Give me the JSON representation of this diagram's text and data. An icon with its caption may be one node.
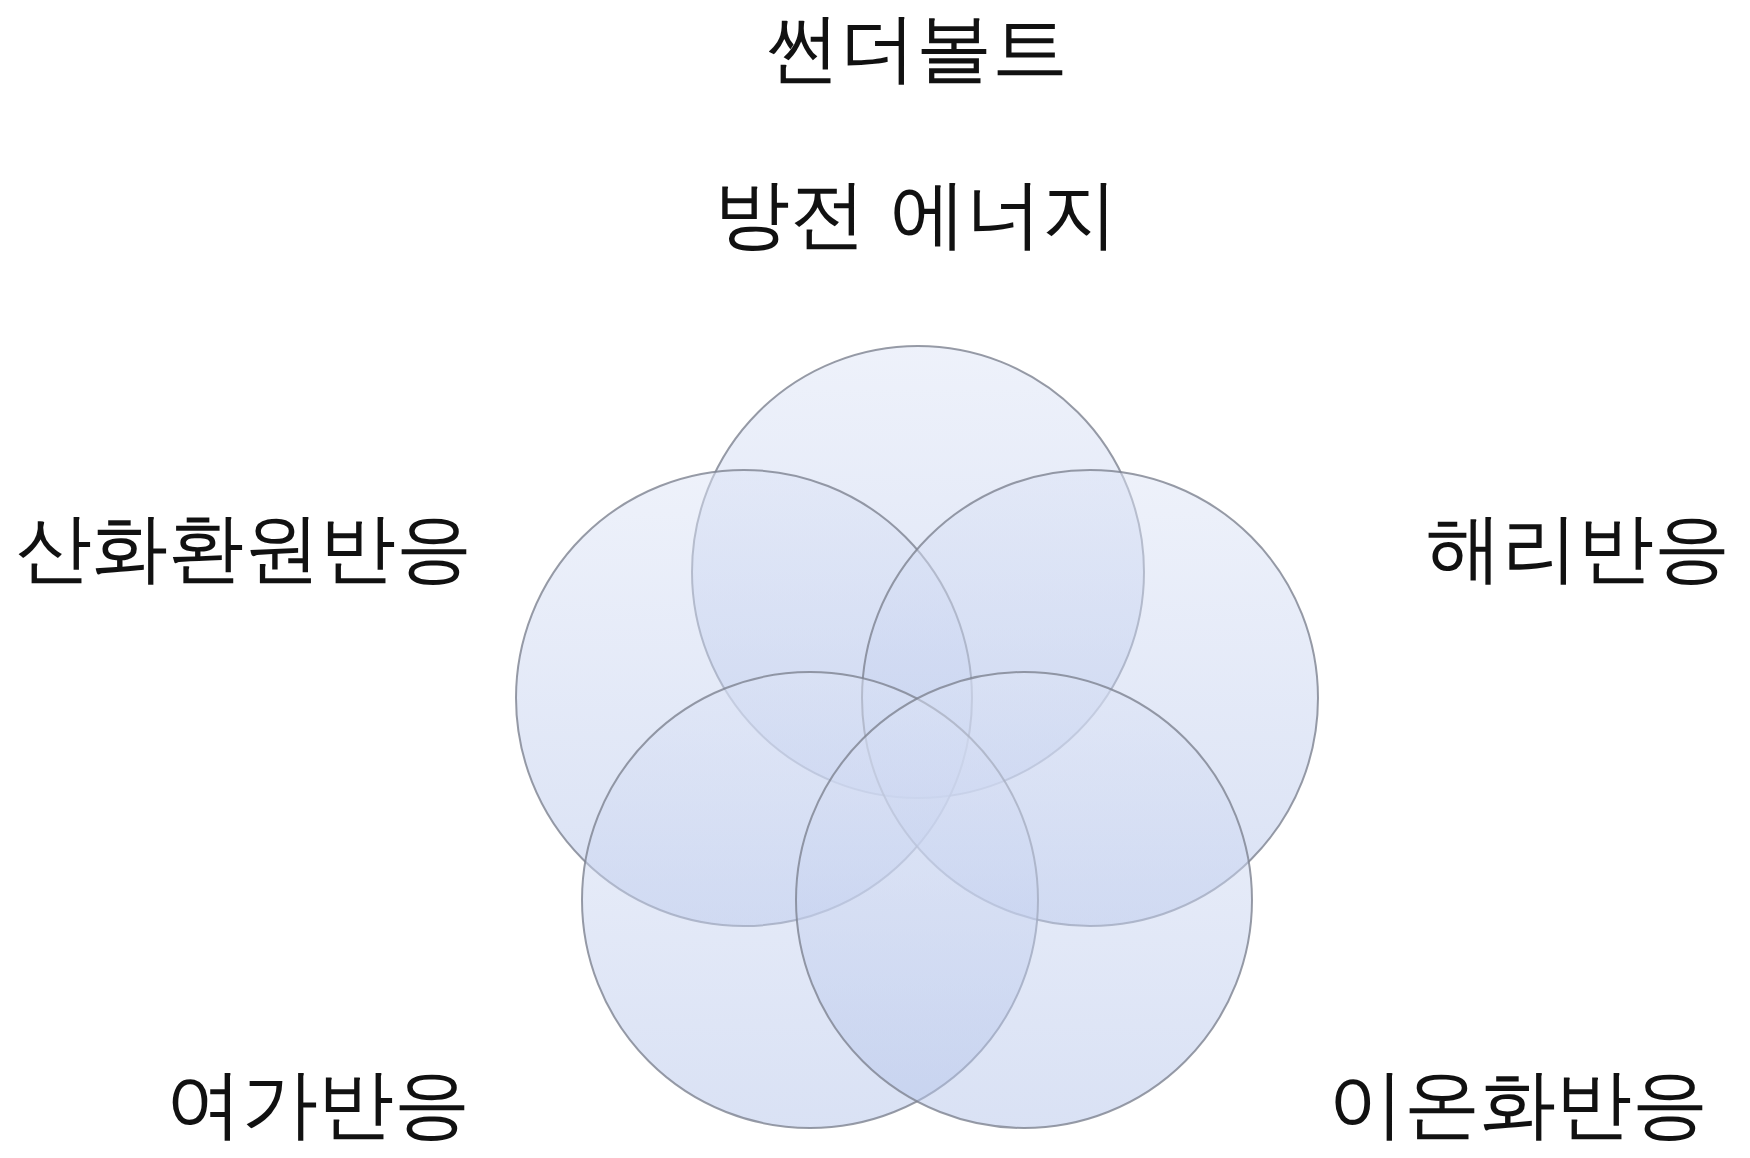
{
  "diagram": {
    "title": "썬더볼트",
    "nodes": [
      {
        "text": [],
        "shape": "circle",
        "beside": [
          "방전 에너지"
        ]
      },
      {
        "text": [],
        "shape": "circle",
        "beside": [
          "산화환원반응"
        ]
      },
      {
        "text": [],
        "shape": "circle",
        "beside": [
          "해리반응"
        ]
      },
      {
        "text": [],
        "shape": "circle",
        "beside": [
          "여가반응"
        ]
      },
      {
        "text": [],
        "shape": "circle",
        "beside": [
          "이온화반응"
        ]
      }
    ]
  }
}
